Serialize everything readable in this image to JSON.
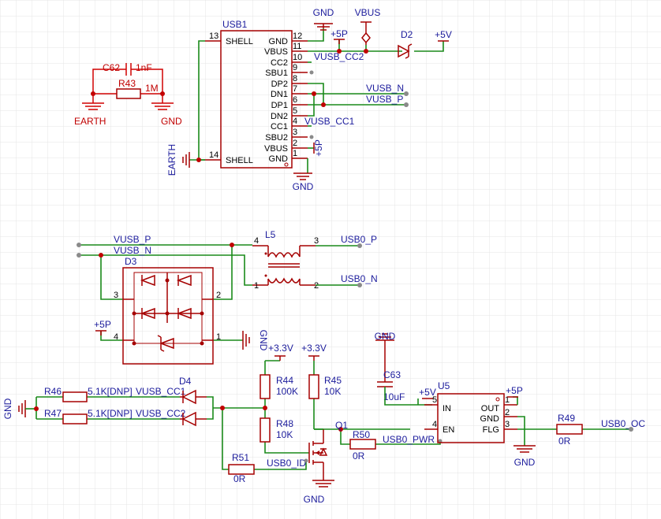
{
  "usb_connector": {
    "ref": "USB1",
    "left_pins": [
      {
        "num": "13",
        "name": "SHELL"
      },
      {
        "num": "14",
        "name": "SHELL"
      }
    ],
    "right_pins": [
      {
        "num": "12",
        "name": "GND"
      },
      {
        "num": "11",
        "name": "VBUS"
      },
      {
        "num": "10",
        "name": "CC2"
      },
      {
        "num": "9",
        "name": "SBU1"
      },
      {
        "num": "8",
        "name": "DP2"
      },
      {
        "num": "7",
        "name": "DN1"
      },
      {
        "num": "6",
        "name": "DP1"
      },
      {
        "num": "5",
        "name": "DN2"
      },
      {
        "num": "4",
        "name": "CC1"
      },
      {
        "num": "3",
        "name": "SBU2"
      },
      {
        "num": "2",
        "name": "VBUS"
      },
      {
        "num": "1",
        "name": "GND"
      }
    ]
  },
  "power_symbols": {
    "gnd": "GND",
    "vbus": "VBUS",
    "p5p": "+5P",
    "p5v": "+5V",
    "p33v": "+3.3V",
    "earth": "EARTH"
  },
  "nets": {
    "vusb_cc2": "VUSB_CC2",
    "vusb_cc1": "VUSB_CC1",
    "vusb_n": "VUSB_N",
    "vusb_p": "VUSB_P",
    "usb0_p": "USB0_P",
    "usb0_n": "USB0_N",
    "usb0_id": "USB0_ID",
    "usb0_pwr": "USB0_PWR",
    "usb0_oc": "USB0_OC"
  },
  "components": {
    "d2": {
      "ref": "D2"
    },
    "c62": {
      "ref": "C62",
      "value": "1nF"
    },
    "r43": {
      "ref": "R43",
      "value": "1M"
    },
    "l5": {
      "ref": "L5",
      "pins": [
        "4",
        "3",
        "1",
        "2"
      ]
    },
    "d3": {
      "ref": "D3",
      "pins": [
        "3",
        "2",
        "4",
        "1"
      ]
    },
    "r46": {
      "ref": "R46",
      "value": "5.1K[DNP]"
    },
    "r47": {
      "ref": "R47",
      "value": "5.1K[DNP]"
    },
    "d4": {
      "ref": "D4"
    },
    "r44": {
      "ref": "R44",
      "value": "100K"
    },
    "r45": {
      "ref": "R45",
      "value": "10K"
    },
    "r48": {
      "ref": "R48",
      "value": "10K"
    },
    "r51": {
      "ref": "R51",
      "value": "0R"
    },
    "q1": {
      "ref": "Q1"
    },
    "r50": {
      "ref": "R50",
      "value": "0R"
    },
    "c63": {
      "ref": "C63",
      "value": "10uF"
    },
    "u5": {
      "ref": "U5",
      "left_pins": [
        {
          "num": "5",
          "name": "IN"
        },
        {
          "num": "4",
          "name": "EN"
        }
      ],
      "right_pins": [
        {
          "num": "1",
          "name": "OUT"
        },
        {
          "num": "2",
          "name": "GND"
        },
        {
          "num": "3",
          "name": "FLG"
        }
      ]
    },
    "r49": {
      "ref": "R49",
      "value": "0R"
    }
  }
}
